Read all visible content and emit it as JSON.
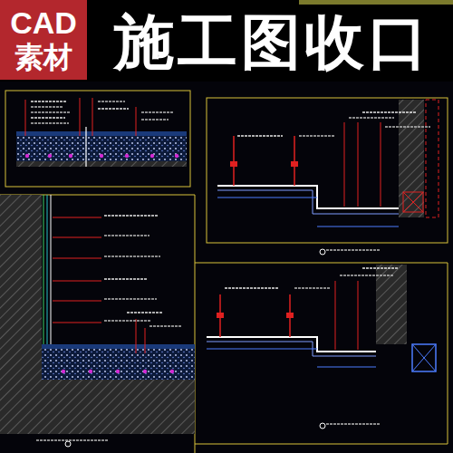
{
  "diagram": {
    "title": "施工图收口",
    "nodes": [
      {
        "text": [
          "CAD",
          "素材"
        ]
      }
    ]
  }
}
